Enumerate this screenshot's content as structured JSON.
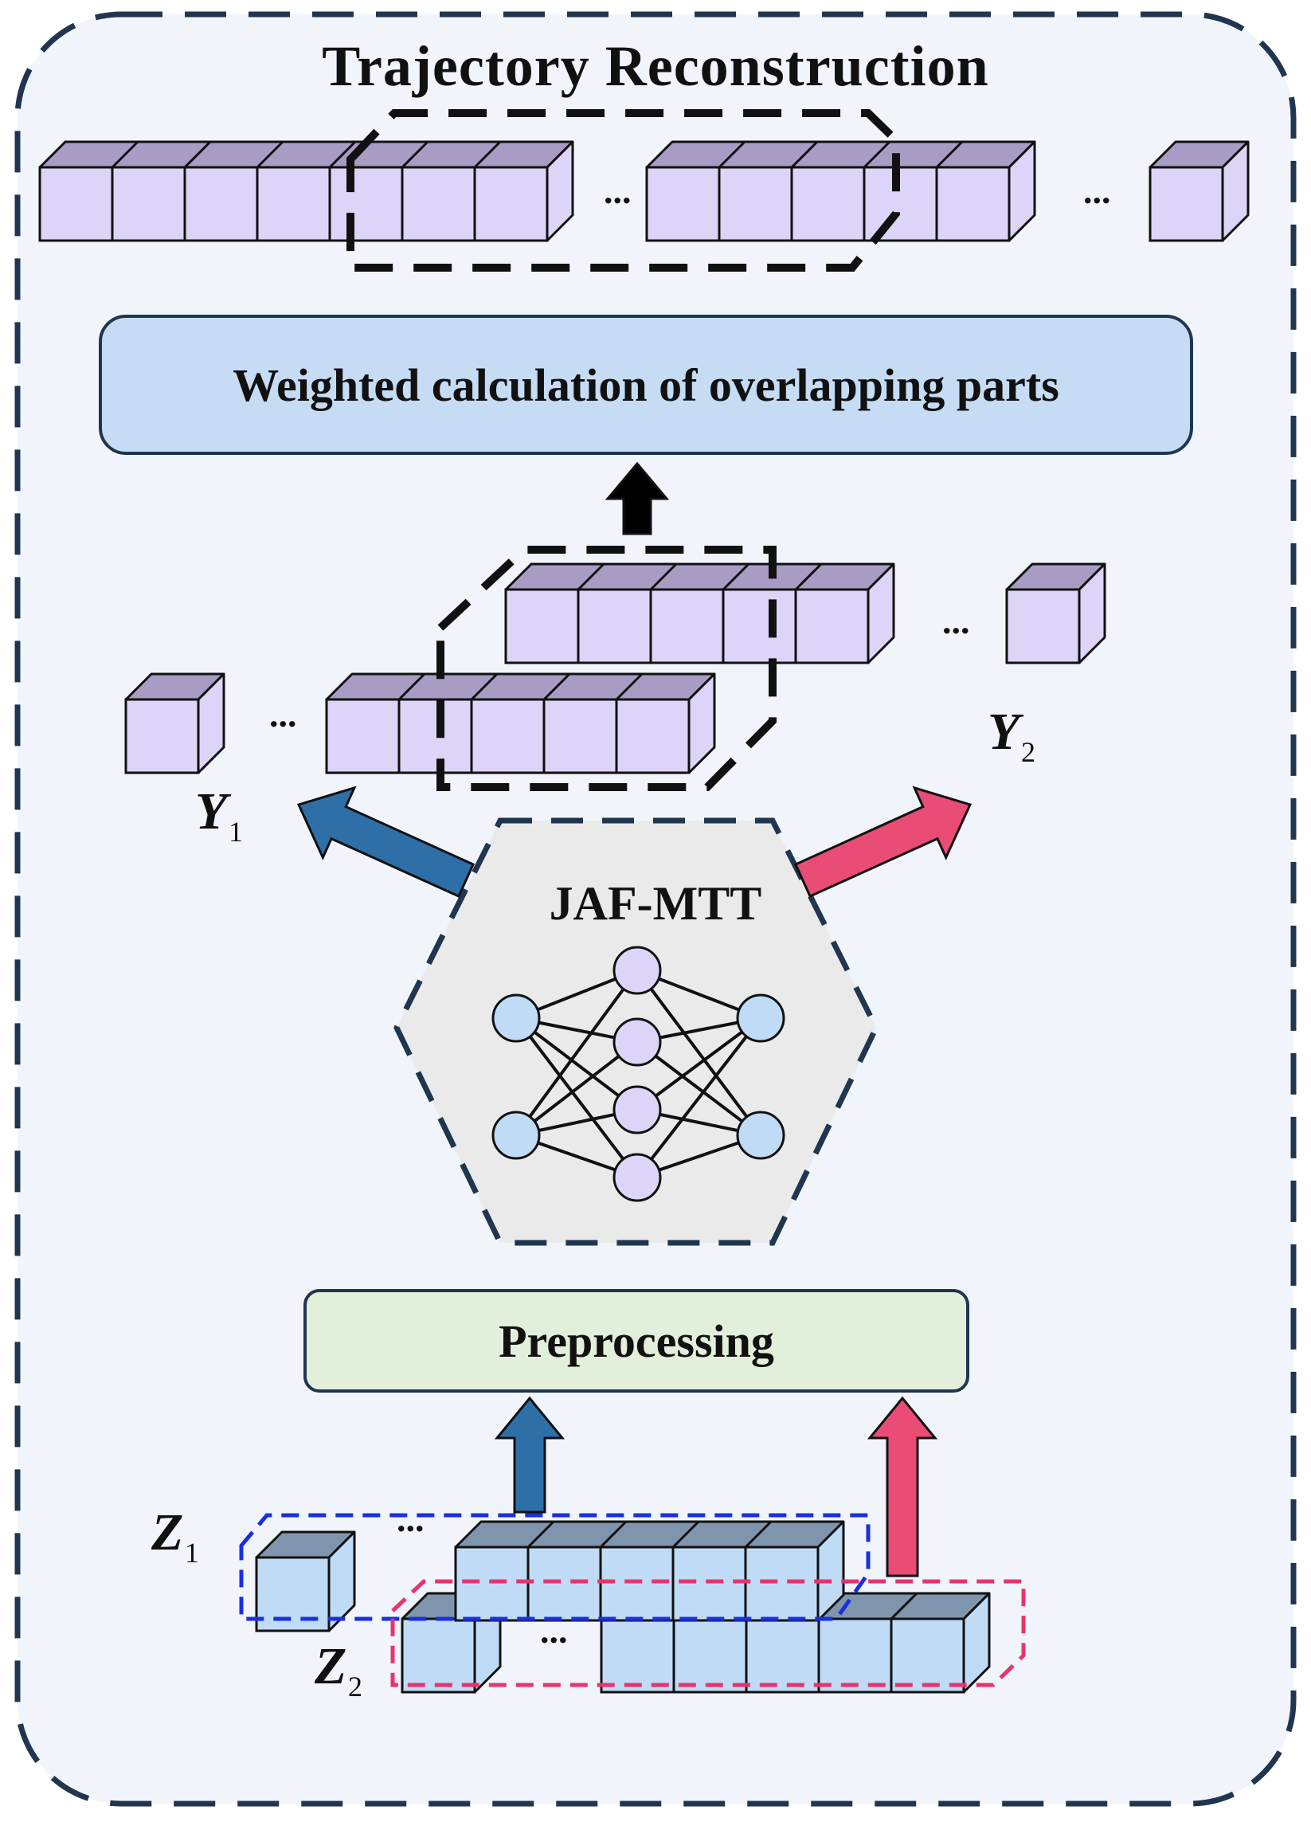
{
  "title": "Trajectory Reconstruction",
  "weighted": "Weighted calculation of overlapping parts",
  "model": "JAF-MTT",
  "preprocessing": "Preprocessing",
  "labels": {
    "y1": {
      "sym": "Y",
      "sub": "1"
    },
    "y2": {
      "sym": "Y",
      "sub": "2"
    },
    "z1": {
      "sym": "Z",
      "sub": "1"
    },
    "z2": {
      "sym": "Z",
      "sub": "2"
    }
  },
  "ellipsis": "...",
  "colors": {
    "panel_bg": "#f1f5fb",
    "frame": "#1f3550",
    "purple_cube": "#ddd5f7",
    "purple_cube_top": "#a89cc4",
    "blue_cube": "#c0dbf5",
    "blue_cube_top": "#7f95ad",
    "blue_arrow": "#2f6fa8",
    "pink_arrow": "#e94c74",
    "z1_outline": "#1a2fe0",
    "z2_outline": "#e8336d",
    "hex_fill": "#eaeaea",
    "node_blue": "#c0dbf5",
    "node_purple": "#ddd5f7"
  }
}
